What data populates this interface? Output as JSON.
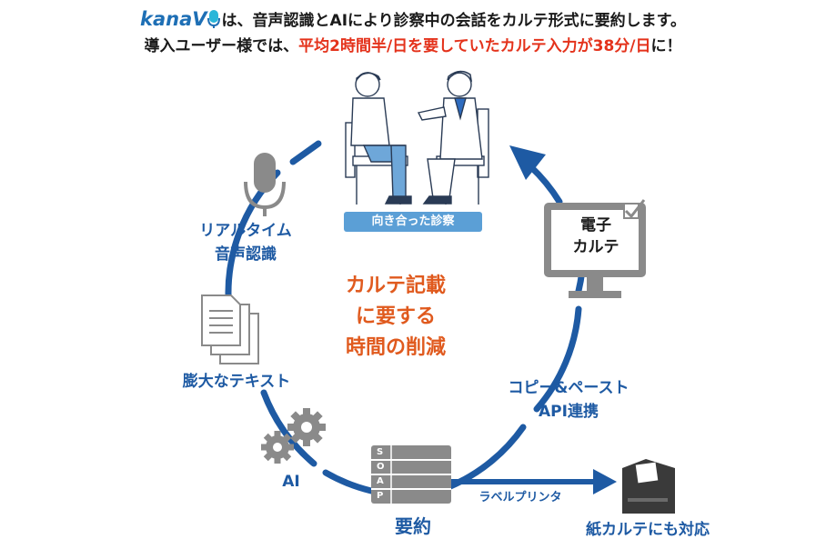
{
  "header": {
    "logo_text": "kanaV",
    "line1_rest": "は、音声認識とAIにより診察中の会話をカルテ形式に要約します。",
    "line2_prefix": "導入ユーザー様では、",
    "line2_highlight": "平均2時間半/日を要していたカルテ入力が38分/日",
    "line2_suffix": "に！"
  },
  "diagram": {
    "consult_label": "向き合った診察",
    "emr_line1": "電子",
    "emr_line2": "カルテ",
    "speech_line1": "リアルタイム",
    "speech_line2": "音声認識",
    "text_label": "膨大なテキスト",
    "ai_label": "AI",
    "summary_label": "要約",
    "soap_letters": [
      "S",
      "O",
      "A",
      "P"
    ],
    "copy_line1": "コピー&ペースト",
    "copy_line2": "API連携",
    "printer_arrow_label": "ラベルプリンタ",
    "paper_label": "紙カルテにも対応",
    "center_line1": "カルテ記載",
    "center_line2": "に要する",
    "center_line3": "時間の削減"
  },
  "colors": {
    "cycle_blue": "#1e5aa3",
    "highlight_red": "#e4321b",
    "center_orange": "#e05a1e",
    "badge_blue": "#5b9fd6",
    "icon_gray": "#8a8a8a"
  }
}
